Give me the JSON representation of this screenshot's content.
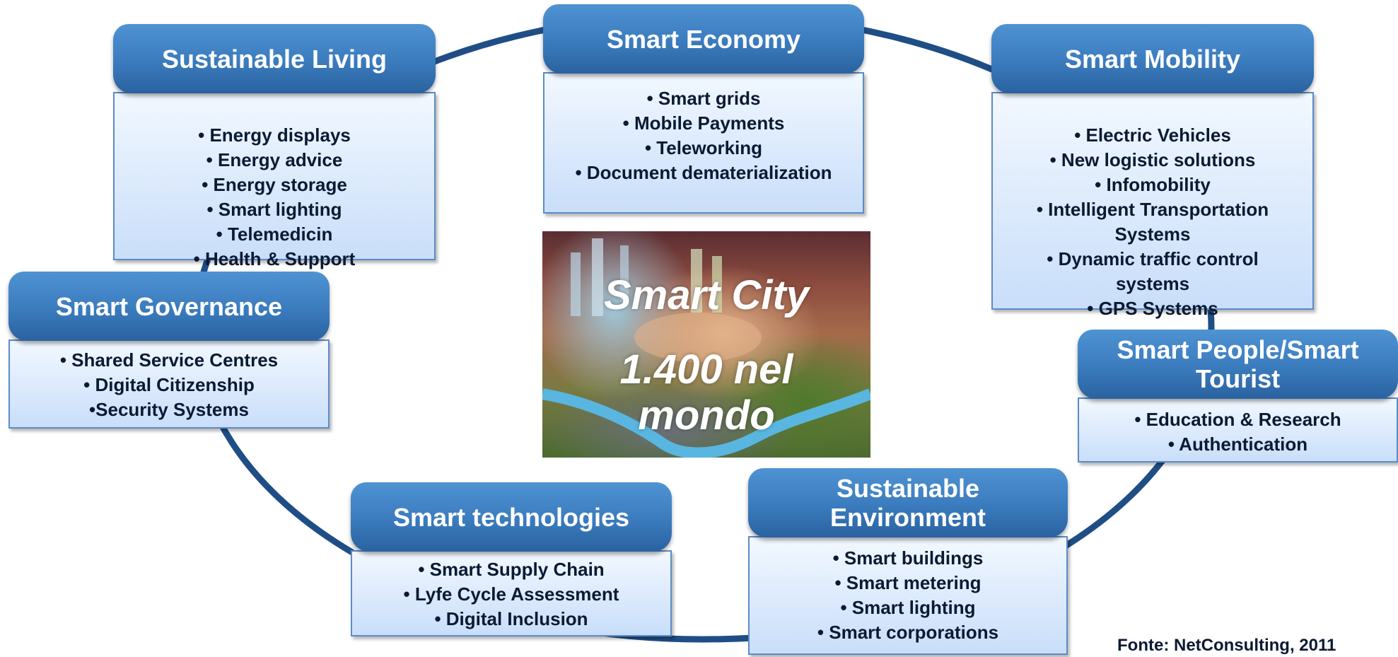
{
  "center": {
    "title": "Smart City",
    "count": "1.400 nel",
    "where": "mondo"
  },
  "boxes": {
    "living": {
      "title": "Sustainable Living",
      "items": [
        "• Energy displays",
        "• Energy advice",
        "• Energy storage",
        "• Smart lighting",
        "• Telemedicin",
        "• Health & Support"
      ]
    },
    "economy": {
      "title": "Smart Economy",
      "items": [
        "• Smart grids",
        "• Mobile Payments",
        "• Teleworking",
        "• Document dematerialization"
      ]
    },
    "mobility": {
      "title": "Smart Mobility",
      "items": [
        "• Electric Vehicles",
        "• New logistic solutions",
        "• Infomobility",
        "• Intelligent Transportation\nSystems",
        "• Dynamic traffic control\nsystems",
        "• GPS Systems"
      ]
    },
    "governance": {
      "title": "Smart Governance",
      "items": [
        "• Shared Service Centres",
        "• Digital Citizenship",
        "•Security Systems"
      ]
    },
    "people": {
      "title": "Smart People/Smart Tourist",
      "items": [
        "• Education & Research",
        "• Authentication"
      ]
    },
    "environment": {
      "title": "Sustainable Environment",
      "items": [
        "• Smart buildings",
        "• Smart metering",
        "• Smart lighting",
        "• Smart corporations"
      ]
    },
    "technologies": {
      "title": "Smart technologies",
      "items": [
        "• Smart Supply Chain",
        "• Lyfe Cycle Assessment",
        "• Digital Inclusion"
      ]
    }
  },
  "source": "Fonte: NetConsulting, 2011",
  "colors": {
    "ring": "#1f4e86",
    "header": "#3a7bbd",
    "body": "#dbe9fb",
    "text": "#0b1a33"
  }
}
